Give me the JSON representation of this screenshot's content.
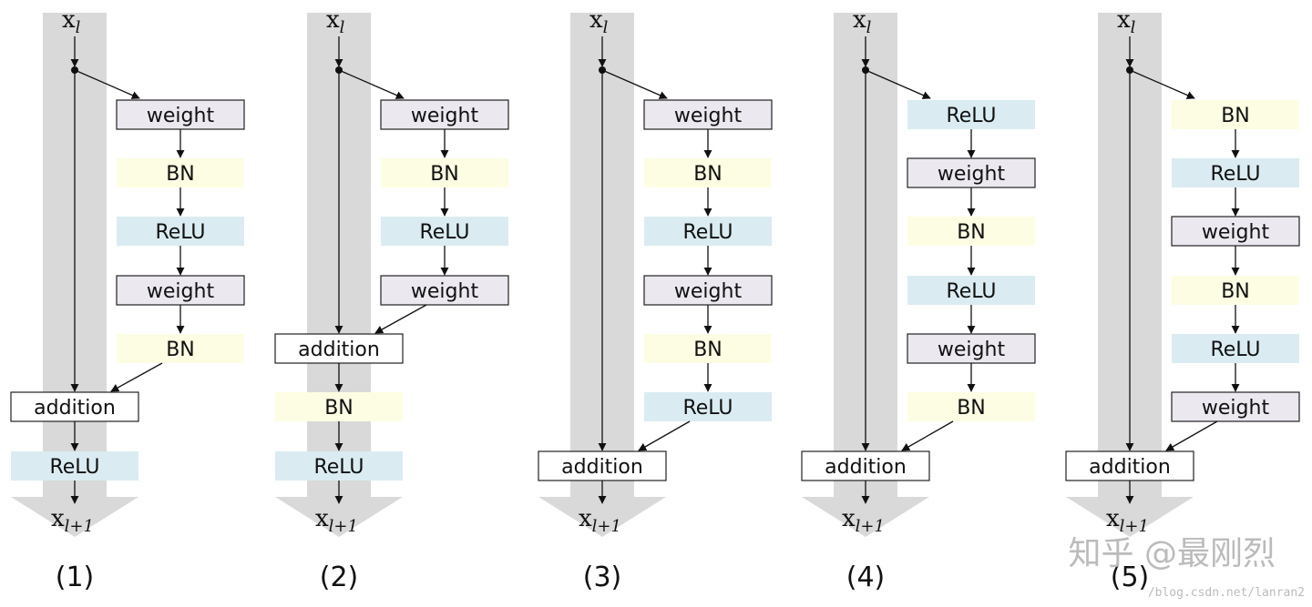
{
  "colors": {
    "shaft": "#d9d9d9",
    "weight_fill": "#ebe8f0",
    "bn_fill": "#fdfde4",
    "relu_fill": "#daecf2",
    "addition_fill": "#ffffff",
    "line": "#111111",
    "watermark": "#bbbbbb"
  },
  "input_label": {
    "base": "x",
    "sub": "l"
  },
  "output_label": {
    "base": "x",
    "sub": "l+1"
  },
  "diagrams": [
    {
      "caption": "(1)",
      "branch": [
        {
          "type": "weight",
          "label": "weight"
        },
        {
          "type": "bn",
          "label": "BN"
        },
        {
          "type": "relu",
          "label": "ReLU"
        },
        {
          "type": "weight",
          "label": "weight"
        },
        {
          "type": "bn",
          "label": "BN"
        }
      ],
      "addition": "addition",
      "after": [
        {
          "type": "relu",
          "label": "ReLU"
        }
      ]
    },
    {
      "caption": "(2)",
      "branch": [
        {
          "type": "weight",
          "label": "weight"
        },
        {
          "type": "bn",
          "label": "BN"
        },
        {
          "type": "relu",
          "label": "ReLU"
        },
        {
          "type": "weight",
          "label": "weight"
        }
      ],
      "addition": "addition",
      "after": [
        {
          "type": "bn",
          "label": "BN"
        },
        {
          "type": "relu",
          "label": "ReLU"
        }
      ]
    },
    {
      "caption": "(3)",
      "branch": [
        {
          "type": "weight",
          "label": "weight"
        },
        {
          "type": "bn",
          "label": "BN"
        },
        {
          "type": "relu",
          "label": "ReLU"
        },
        {
          "type": "weight",
          "label": "weight"
        },
        {
          "type": "bn",
          "label": "BN"
        },
        {
          "type": "relu",
          "label": "ReLU"
        }
      ],
      "addition": "addition",
      "after": []
    },
    {
      "caption": "(4)",
      "branch": [
        {
          "type": "relu",
          "label": "ReLU"
        },
        {
          "type": "weight",
          "label": "weight"
        },
        {
          "type": "bn",
          "label": "BN"
        },
        {
          "type": "relu",
          "label": "ReLU"
        },
        {
          "type": "weight",
          "label": "weight"
        },
        {
          "type": "bn",
          "label": "BN"
        }
      ],
      "addition": "addition",
      "after": []
    },
    {
      "caption": "(5)",
      "branch": [
        {
          "type": "bn",
          "label": "BN"
        },
        {
          "type": "relu",
          "label": "ReLU"
        },
        {
          "type": "weight",
          "label": "weight"
        },
        {
          "type": "bn",
          "label": "BN"
        },
        {
          "type": "relu",
          "label": "ReLU"
        },
        {
          "type": "weight",
          "label": "weight"
        }
      ],
      "addition": "addition",
      "after": []
    }
  ],
  "watermark": {
    "main": "知乎 @最刚烈",
    "url": "/blog.csdn.net/lanran2"
  }
}
